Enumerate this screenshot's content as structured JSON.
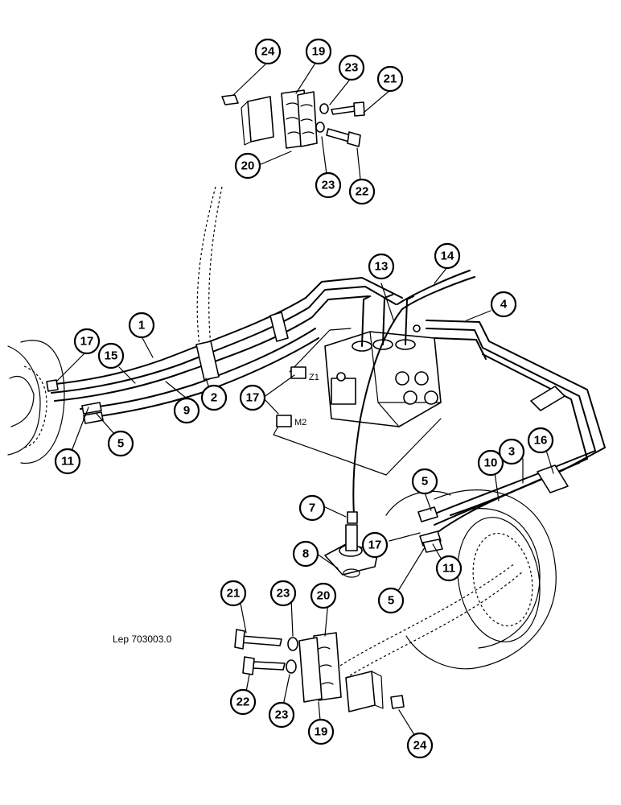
{
  "drawing_ref": "Lep 703003.0",
  "port_labels": {
    "z1": "Z1",
    "m2": "M2"
  },
  "callouts": [
    {
      "id": "c24a",
      "label": "24"
    },
    {
      "id": "c19a",
      "label": "19"
    },
    {
      "id": "c23a",
      "label": "23"
    },
    {
      "id": "c21a",
      "label": "21"
    },
    {
      "id": "c20a",
      "label": "20"
    },
    {
      "id": "c23b",
      "label": "23"
    },
    {
      "id": "c22a",
      "label": "22"
    },
    {
      "id": "c13",
      "label": "13"
    },
    {
      "id": "c14",
      "label": "14"
    },
    {
      "id": "c4",
      "label": "4"
    },
    {
      "id": "c1",
      "label": "1"
    },
    {
      "id": "c17a",
      "label": "17"
    },
    {
      "id": "c15",
      "label": "15"
    },
    {
      "id": "c2",
      "label": "2"
    },
    {
      "id": "c9",
      "label": "9"
    },
    {
      "id": "c17b",
      "label": "17"
    },
    {
      "id": "c5a",
      "label": "5"
    },
    {
      "id": "c11a",
      "label": "11"
    },
    {
      "id": "c10",
      "label": "10"
    },
    {
      "id": "c3",
      "label": "3"
    },
    {
      "id": "c16",
      "label": "16"
    },
    {
      "id": "c5b",
      "label": "5"
    },
    {
      "id": "c7",
      "label": "7"
    },
    {
      "id": "c17c",
      "label": "17"
    },
    {
      "id": "c8",
      "label": "8"
    },
    {
      "id": "c11b",
      "label": "11"
    },
    {
      "id": "c5c",
      "label": "5"
    },
    {
      "id": "c21b",
      "label": "21"
    },
    {
      "id": "c23c",
      "label": "23"
    },
    {
      "id": "c20b",
      "label": "20"
    },
    {
      "id": "c22b",
      "label": "22"
    },
    {
      "id": "c23d",
      "label": "23"
    },
    {
      "id": "c19b",
      "label": "19"
    },
    {
      "id": "c24b",
      "label": "24"
    }
  ]
}
